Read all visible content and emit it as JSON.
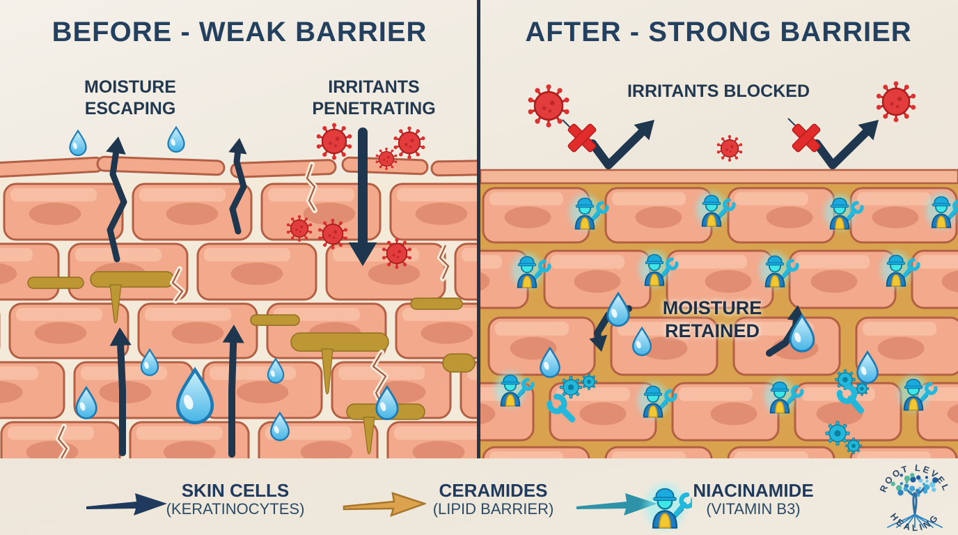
{
  "left_panel": {
    "title": "BEFORE - WEAK BARRIER",
    "moisture_label_line1": "MOISTURE",
    "moisture_label_line2": "ESCAPING",
    "irritants_label_line1": "IRRITANTS",
    "irritants_label_line2": "PENETRATING"
  },
  "right_panel": {
    "title": "AFTER - STRONG BARRIER",
    "irritants_blocked_label": "IRRITANTS BLOCKED",
    "moisture_label_line1": "MOISTURE",
    "moisture_label_line2": "RETAINED"
  },
  "legend": {
    "items": [
      {
        "id": "skin-cells",
        "label": "SKIN CELLS",
        "sublabel": "(KERATINOCYTES)",
        "arrow_color": "#1F3A5C"
      },
      {
        "id": "ceramides",
        "label": "CERAMIDES",
        "sublabel": "(LIPID BARRIER)",
        "arrow_color": "#DCA24D"
      },
      {
        "id": "niacinamide",
        "label": "NIACINAMIDE",
        "sublabel": "(VITAMIN B3)",
        "arrow_color": "#2E93A8"
      }
    ]
  },
  "logo": {
    "arc_top": "ROOT LEVEL",
    "arc_bottom": "HEALING"
  },
  "colors": {
    "navy": "#223C58",
    "arrow": "#1E374F",
    "cell_fill": "#F2A98C",
    "cell_stroke": "#B35F44",
    "cell_highlight": "#F9C7AD",
    "nucleus": "#E08D71",
    "gap_cream": "#F3EADA",
    "ceramide": "#BD9733",
    "ceramide_edge": "#8F6F1E",
    "mortar": "#D9A24E",
    "surface_band": "#F3B696",
    "drop_fill": "#45B4E6",
    "drop_edge": "#1E7AB2",
    "virus": "#E23C3C",
    "virus_dark": "#AD1F1F",
    "red_x": "#E22B2B",
    "worker_teal": "#22B8DC",
    "label_navy": "#233C55"
  }
}
